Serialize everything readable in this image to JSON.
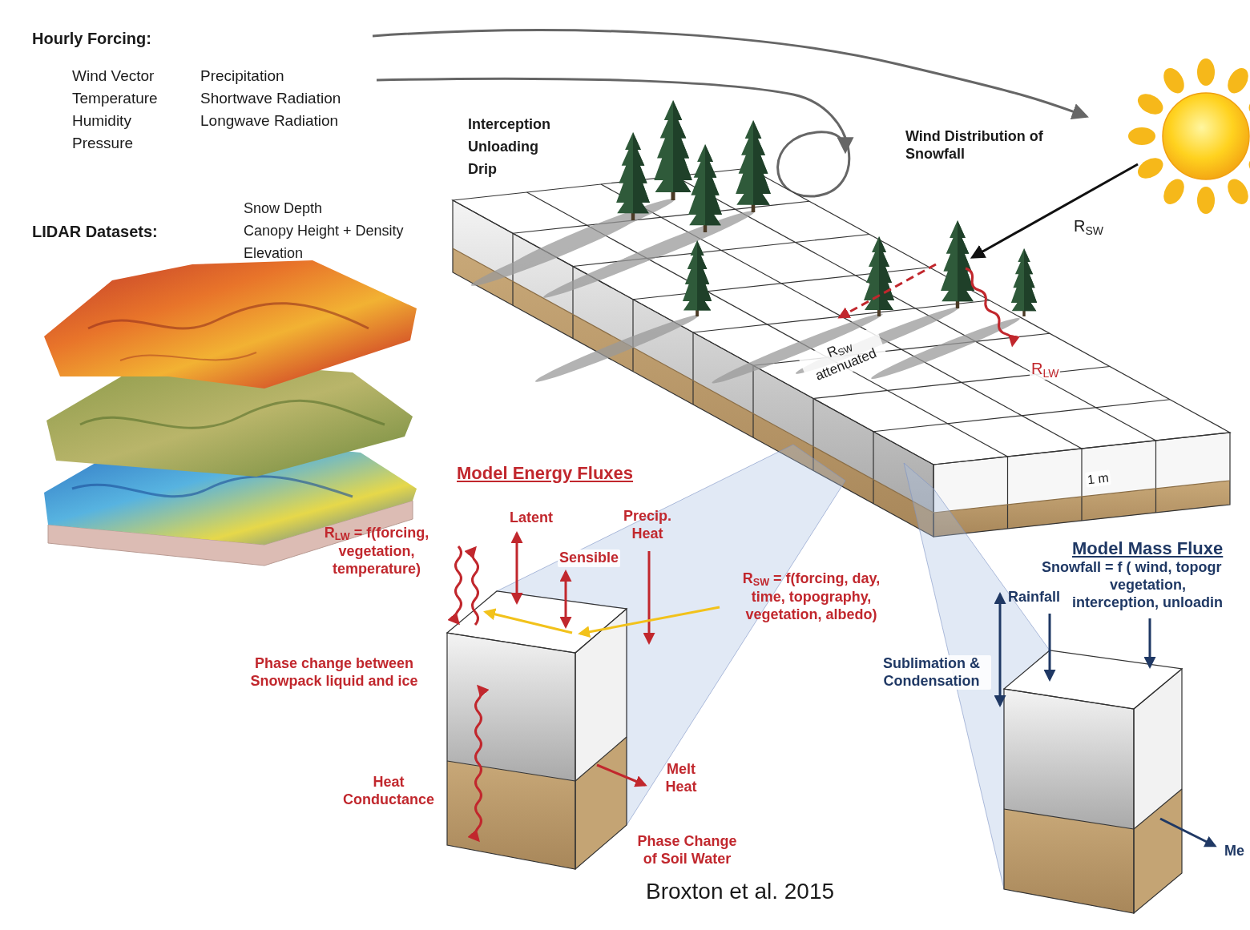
{
  "diagram": {
    "caption": "Broxton et al. 2015",
    "labels": [
      "Hourly Forcing:",
      "Wind Vector",
      "Temperature",
      "Humidity",
      "Pressure",
      "Precipitation",
      "Shortwave Radiation",
      "Longwave Radiation",
      "LIDAR Datasets:",
      "Snow Depth",
      "Canopy Height + Density",
      "Elevation",
      "Interception",
      "Unloading",
      "Drip",
      "Wind Distribution of Snowfall",
      "RSW",
      "RSW attenuated",
      "RLW",
      "1 m",
      "Model Energy Fluxes",
      "Latent",
      "Precip. Heat",
      "Sensible",
      "RLW = f(forcing, vegetation, temperature)",
      "RSW = f(forcing, day, time, topography, vegetation, albedo)",
      "Phase change between Snowpack liquid and ice",
      "Heat Conductance",
      "Melt Heat",
      "Phase Change of Soil Water",
      "Model Mass Fluxe",
      "Snowfall = f ( wind, topogr",
      "vegetation,",
      "interception, unloadin",
      "Rainfall",
      "Sublimation & Condensation",
      "Me"
    ]
  }
}
